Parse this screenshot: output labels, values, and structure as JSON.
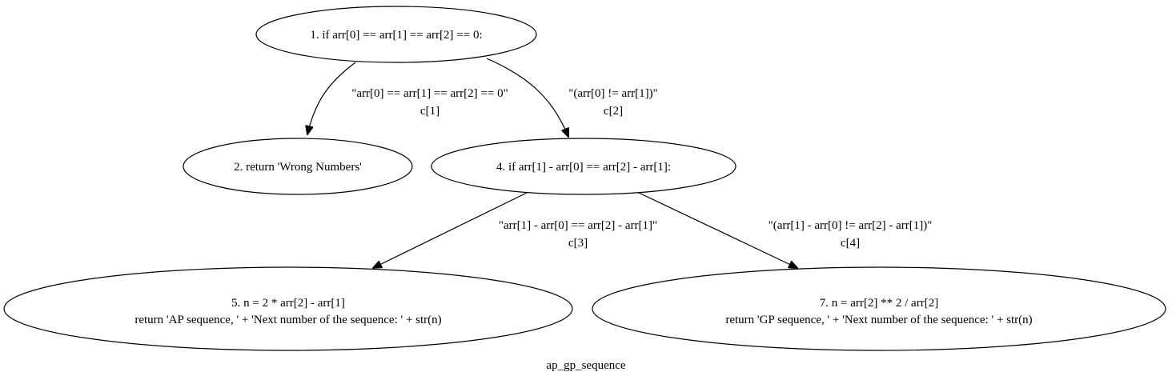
{
  "graph": {
    "title": "ap_gp_sequence"
  },
  "nodes": [
    {
      "id": "n1",
      "lines": [
        "1. if arr[0] == arr[1] == arr[2] == 0:"
      ]
    },
    {
      "id": "n2",
      "lines": [
        "2. return 'Wrong Numbers'"
      ]
    },
    {
      "id": "n4",
      "lines": [
        "4. if arr[1] - arr[0] == arr[2] - arr[1]:"
      ]
    },
    {
      "id": "n5",
      "lines": [
        "5. n = 2 * arr[2] - arr[1]",
        "return 'AP sequence, ' + 'Next number of the sequence: ' + str(n)"
      ]
    },
    {
      "id": "n7",
      "lines": [
        "7. n = arr[2] ** 2 / arr[2]",
        "return 'GP sequence, ' + 'Next number of the sequence:  ' + str(n)"
      ]
    }
  ],
  "edges": [
    {
      "from": "n1",
      "to": "n2",
      "label": [
        "\"arr[0] == arr[1] == arr[2] == 0\"",
        "c[1]"
      ]
    },
    {
      "from": "n1",
      "to": "n4",
      "label": [
        "\"(arr[0] != arr[1])\"",
        "c[2]"
      ]
    },
    {
      "from": "n4",
      "to": "n5",
      "label": [
        "\"arr[1] - arr[0] == arr[2] - arr[1]\"",
        "c[3]"
      ]
    },
    {
      "from": "n4",
      "to": "n7",
      "label": [
        "\"(arr[1] - arr[0] != arr[2] - arr[1])\"",
        "c[4]"
      ]
    }
  ]
}
